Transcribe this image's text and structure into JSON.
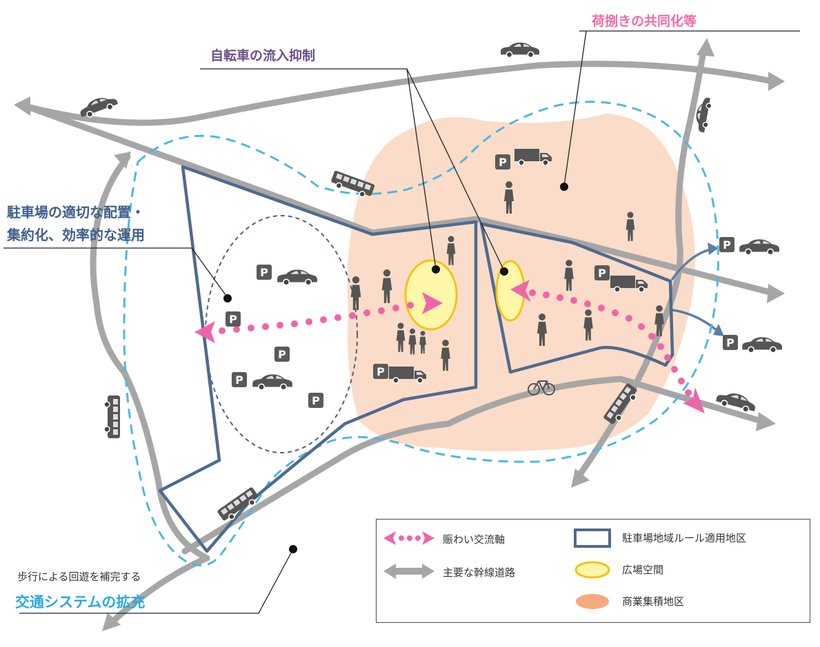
{
  "labels": {
    "bicycle_control": "自転車の流入抑制",
    "cargo_sharing": "荷捌きの共同化等",
    "parking_line1": "駐車場の適切な配置・",
    "parking_line2": "集約化、効率的な運用",
    "walking_support": "歩行による回遊を補完する",
    "transit_expansion": "交通システムの拡充"
  },
  "legend": {
    "items": [
      {
        "key": "axis",
        "label": "賑わい交流軸"
      },
      {
        "key": "road",
        "label": "主要な幹線道路"
      },
      {
        "key": "rule_area",
        "label": "駐車場地域ルール適用地区"
      },
      {
        "key": "plaza",
        "label": "広場空間"
      },
      {
        "key": "commercial",
        "label": "商業集積地区"
      }
    ]
  },
  "map_markers": {
    "parking_sign": "P"
  },
  "colors": {
    "road": "#a6a6a6",
    "district_boundary": "#4f6a8f",
    "commercial_area": "#fbdcc8",
    "plaza_fill": "#fff6a8",
    "plaza_stroke": "#f2c318",
    "transit_loop": "#4fb7e3",
    "lively_axis": "#ee66a8",
    "parking_label": "#3f5f8a",
    "bicycle_label": "#6a4f8c",
    "cargo_label": "#f06aa6",
    "transit_label": "#29a8df"
  }
}
